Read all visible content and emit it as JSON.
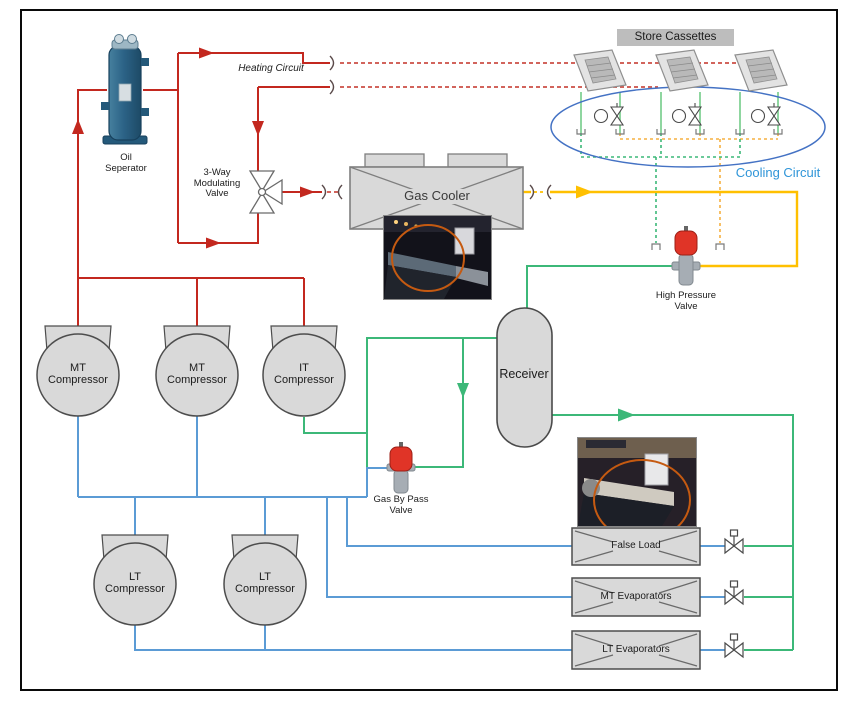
{
  "figure": {
    "type": "refrigeration-system-schematic",
    "circuits": {
      "heating": {
        "label": "Heating Circuit",
        "color": "#c3281f"
      },
      "cooling": {
        "label": "Cooling Circuit",
        "color": "#2f95d8"
      }
    },
    "components": {
      "oil_separator": {
        "label": "Oil Seperator"
      },
      "three_way_valve": {
        "label": "3-Way Modulating Valve"
      },
      "gas_cooler": {
        "label": "Gas Cooler"
      },
      "store_cassettes": {
        "label": "Store Cassettes",
        "count": 3
      },
      "high_pressure_valve": {
        "label": "High Pressure Valve"
      },
      "receiver": {
        "label": "Receiver"
      },
      "gas_bypass_valve": {
        "label": "Gas By Pass Valve"
      },
      "compressors": [
        {
          "id": "mt-1",
          "label": "MT Compressor"
        },
        {
          "id": "mt-2",
          "label": "MT Compressor"
        },
        {
          "id": "it-1",
          "label": "IT Compressor"
        },
        {
          "id": "lt-1",
          "label": "LT Compressor"
        },
        {
          "id": "lt-2",
          "label": "LT Compressor"
        }
      ],
      "loads": [
        {
          "id": "false-load",
          "label": "False Load"
        },
        {
          "id": "mt-evaporators",
          "label": "MT Evaporators"
        },
        {
          "id": "lt-evaporators",
          "label": "LT Evaporators"
        }
      ]
    },
    "line_colors": {
      "discharge_red": "#c3281f",
      "gas_cooler_outlet_yellow": "#ffc000",
      "liquid_green": "#3cb878",
      "cassette_green": "#8fd6a0",
      "suction_blue": "#5b9bd5",
      "cooling_loop_ellipse": "#4472c4",
      "component_fill": "#d9d9d9",
      "photo_annotation_orange": "#c55a11"
    }
  }
}
